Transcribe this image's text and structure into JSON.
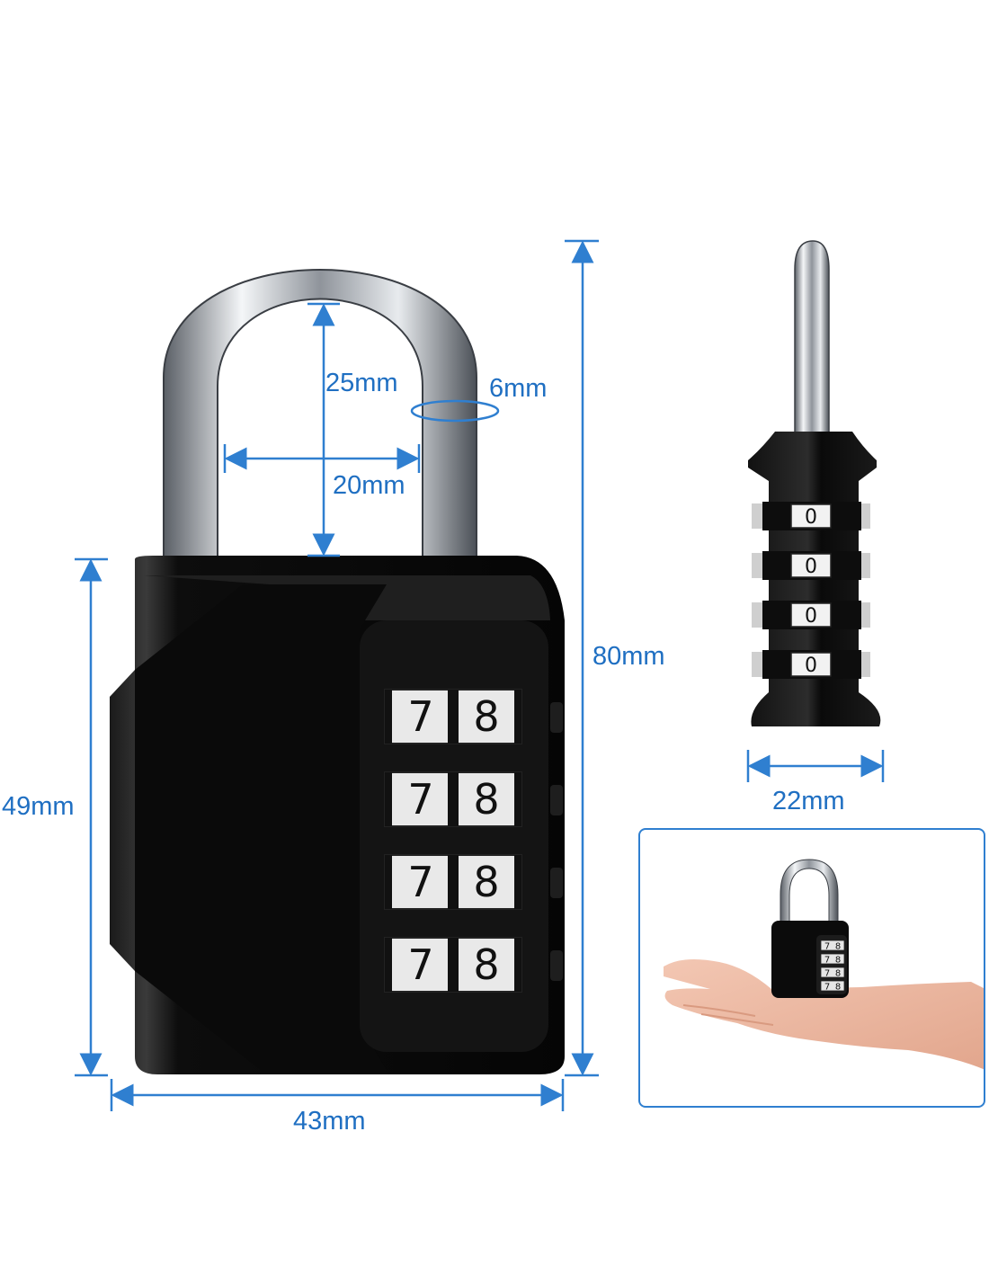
{
  "dimensions": {
    "shackle_inner_height": "25mm",
    "shackle_diameter": "6mm",
    "shackle_inner_width": "20mm",
    "total_height": "80mm",
    "body_height": "49mm",
    "body_width": "43mm",
    "body_thickness": "22mm"
  },
  "lock": {
    "digit_left": "7",
    "digit_right": "8",
    "side_digit": "0",
    "wheel_count": 4
  },
  "colors": {
    "dimension_line": "#2f7fd0",
    "dimension_text": "#1f6fc2",
    "lock_body": "#0b0b0b",
    "shackle": "#c9ccd1"
  }
}
